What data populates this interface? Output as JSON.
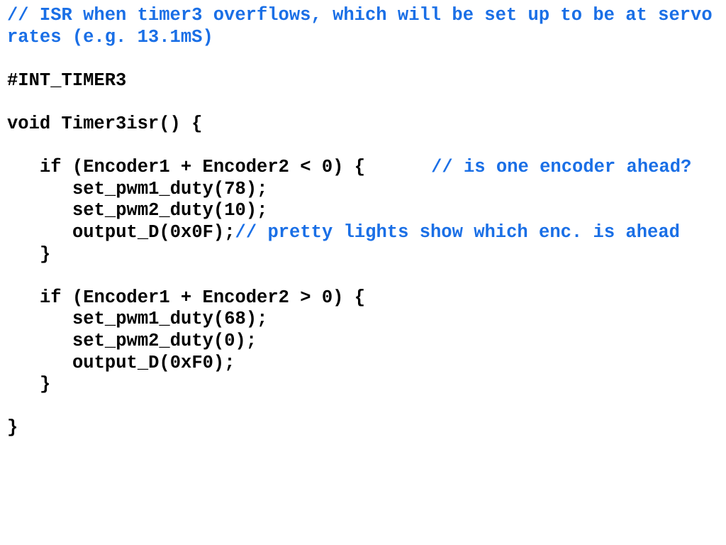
{
  "colors": {
    "code": "#000000",
    "comment": "#1a6fe6",
    "background": "#ffffff"
  },
  "code": {
    "header_comment_1": "// ISR when timer3 overflows, which will be set up to be at servo",
    "header_comment_2": "rates (e.g. 13.1mS)",
    "directive": "#INT_TIMER3",
    "function_signature": "void Timer3isr() {",
    "if1": {
      "condition": "if (Encoder1 + Encoder2 < 0) {",
      "comment": "// is one encoder ahead?",
      "stmt1": "set_pwm1_duty(78);",
      "stmt2": "set_pwm2_duty(10);",
      "stmt3": "output_D(0x0F);",
      "stmt3_comment": "// pretty lights show which enc. is ahead",
      "close": "}"
    },
    "if2": {
      "condition": "if (Encoder1 + Encoder2 > 0) {",
      "stmt1": "set_pwm1_duty(68);",
      "stmt2": "set_pwm2_duty(0);",
      "stmt3": "output_D(0xF0);",
      "close": "}"
    },
    "function_close": "}"
  }
}
